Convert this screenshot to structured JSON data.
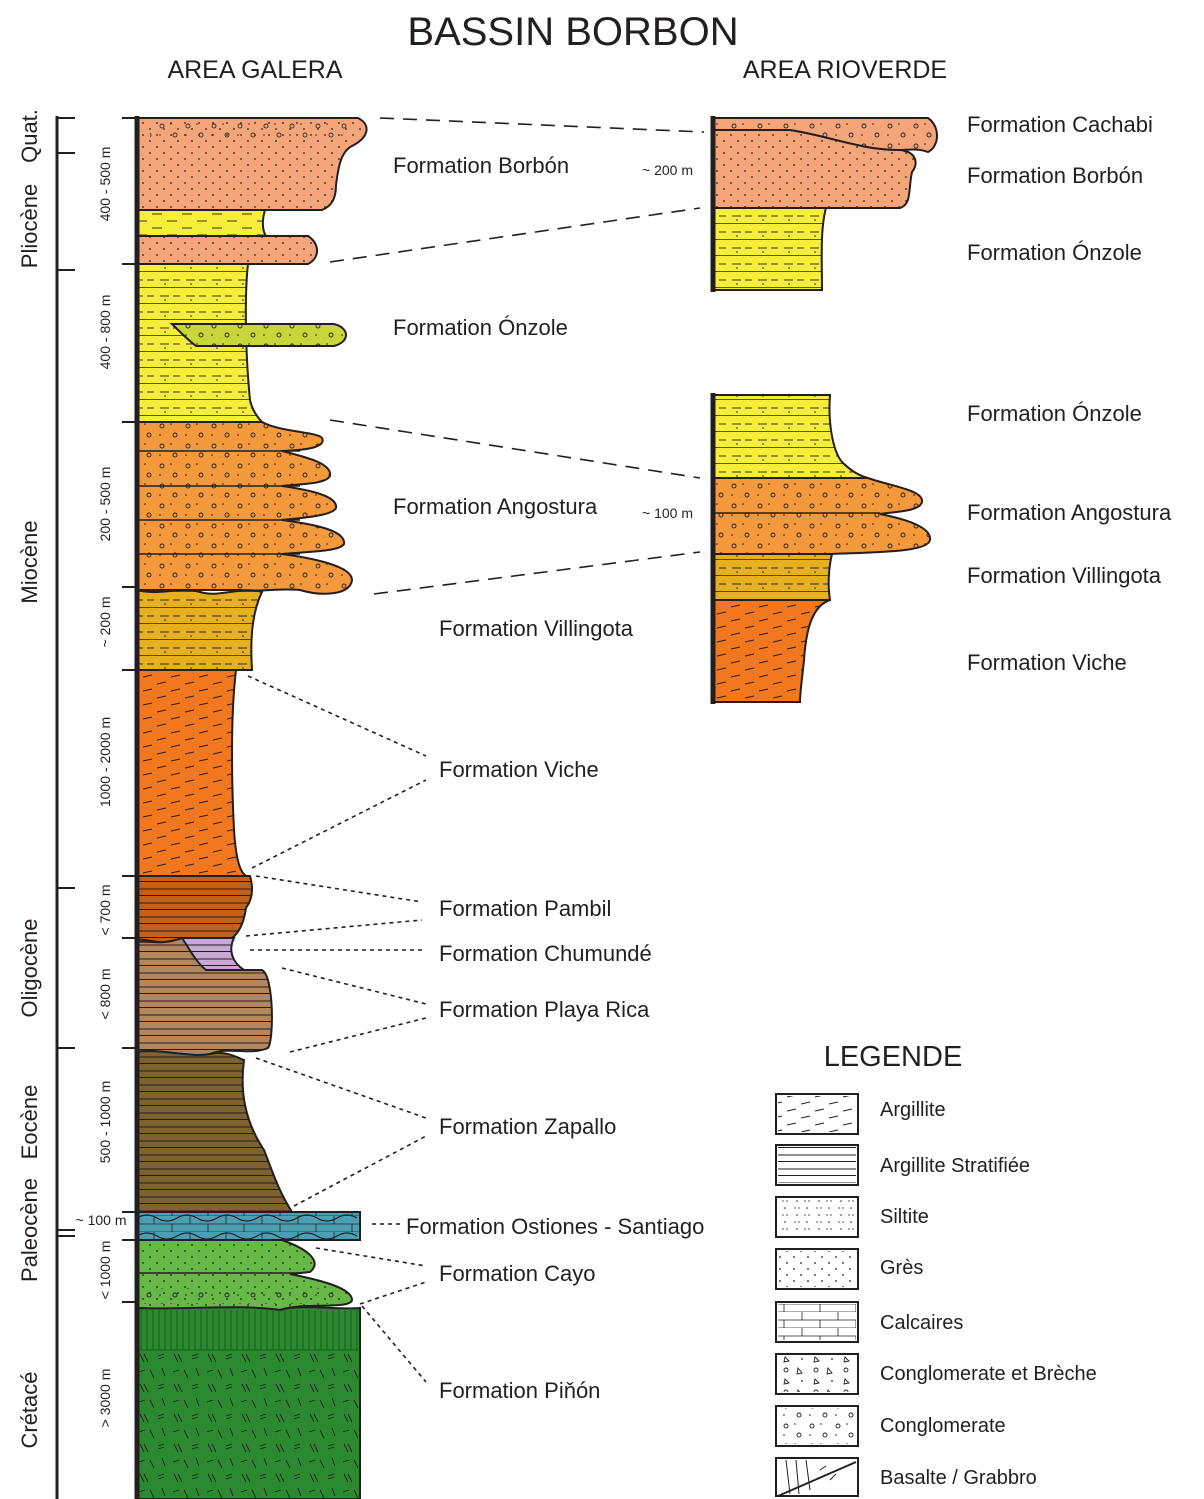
{
  "title": "BASSIN BORBON",
  "areas": {
    "galera": "AREA GALERA",
    "rioverde": "AREA RIOVERDE"
  },
  "colors": {
    "sand_orange": "#f4a57a",
    "yellow": "#f6ee3a",
    "olive_conglomerate": "#c8d63a",
    "angostura_orange": "#f59a3c",
    "villingota_gold": "#e6b020",
    "viche_orange": "#f2781f",
    "pambil_brown": "#c2611c",
    "chumunde_lilac": "#c7a9d4",
    "playa_rica_brown": "#b4865f",
    "zapallo_brown": "#806231",
    "ostiones_teal": "#4b9fb2",
    "cayo_green": "#66b847",
    "pinon_green": "#2b8a30"
  },
  "eras": [
    {
      "id": "quat",
      "label": "Quat."
    },
    {
      "id": "pliocene",
      "label": "Pliocène"
    },
    {
      "id": "miocene",
      "label": "Miocène"
    },
    {
      "id": "oligocene",
      "label": "Oligocène"
    },
    {
      "id": "eocene",
      "label": "Eocène"
    },
    {
      "id": "paleocene",
      "label": "Paleocène"
    },
    {
      "id": "cretace",
      "label": "Crétacé"
    }
  ],
  "galera_thickness": [
    "400 - 500 m",
    "400 - 800 m",
    "200 - 500 m",
    "~ 200 m",
    "1000 - 2000 m",
    "< 700 m",
    "< 800 m",
    "500 - 1000 m",
    "~ 100 m",
    "< 1000 m",
    "> 3000 m"
  ],
  "galera_formations": [
    "Formation Borbón",
    "Formation Ónzole",
    "Formation Angostura",
    "Formation Villingota",
    "Formation Viche",
    "Formation Pambil",
    "Formation Chumundé",
    "Formation Playa Rica",
    "Formation Zapallo",
    "Formation Ostiones - Santiago",
    "Formation Cayo",
    "Formation Piňón"
  ],
  "rioverde_thickness": [
    "~ 200 m",
    "~ 100 m"
  ],
  "rioverde_formations": [
    "Formation Cachabi",
    "Formation Borbón",
    "Formation Ónzole",
    "Formation Ónzole",
    "Formation Angostura",
    "Formation Villingota",
    "Formation Viche"
  ],
  "legend": {
    "title": "LEGENDE",
    "items": [
      {
        "label": "Argillite",
        "pattern": "argillite"
      },
      {
        "label": "Argillite Stratifiée",
        "pattern": "stratified"
      },
      {
        "label": "Siltite",
        "pattern": "siltite"
      },
      {
        "label": "Grès",
        "pattern": "gres"
      },
      {
        "label": "Calcaires",
        "pattern": "calcaires"
      },
      {
        "label": "Conglomerate et Brèche",
        "pattern": "breccia"
      },
      {
        "label": "Conglomerate",
        "pattern": "conglomerate"
      },
      {
        "label": "Basalte / Grabbro",
        "pattern": "basalt"
      }
    ]
  }
}
